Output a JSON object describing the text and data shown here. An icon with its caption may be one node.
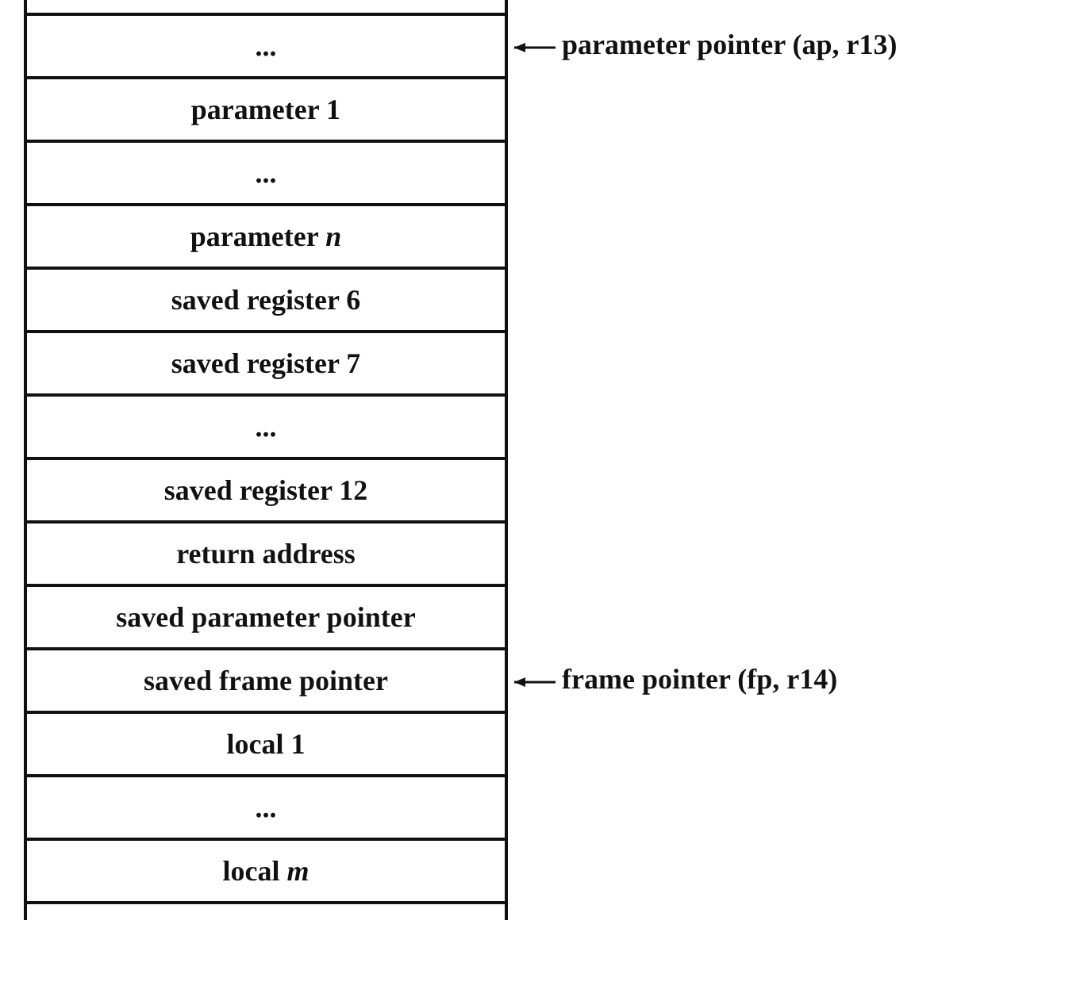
{
  "diagram": {
    "nodes": [
      {
        "text": [],
        "shape": "box"
      },
      {
        "text": [
          "..."
        ]
      },
      {
        "text": [
          "parameter 1"
        ]
      },
      {
        "text": [
          "..."
        ]
      },
      {
        "text": [
          "parameter *n*"
        ]
      },
      {
        "text": [
          "saved register 6"
        ]
      },
      {
        "text": [
          "saved register 7"
        ]
      },
      {
        "text": [
          "..."
        ]
      },
      {
        "text": [
          "saved register 12"
        ]
      },
      {
        "text": [
          "return address"
        ]
      },
      {
        "text": [
          "saved parameter pointer"
        ]
      },
      {
        "text": [
          "saved frame pointer"
        ]
      },
      {
        "text": [
          "local 1"
        ]
      },
      {
        "text": [
          "..."
        ]
      },
      {
        "text": [
          "local *m*"
        ]
      },
      {
        "text": [],
        "shape": "box"
      },
      {
        "text": [
          "parameter pointer (ap, r13)"
        ]
      },
      {
        "text": [
          "frame pointer (fp, r14)"
        ]
      }
    ],
    "edges": [
      {
        "from": 16,
        "to": 1,
        "arrow": "to"
      },
      {
        "from": 17,
        "to": 11,
        "arrow": "to"
      }
    ]
  }
}
